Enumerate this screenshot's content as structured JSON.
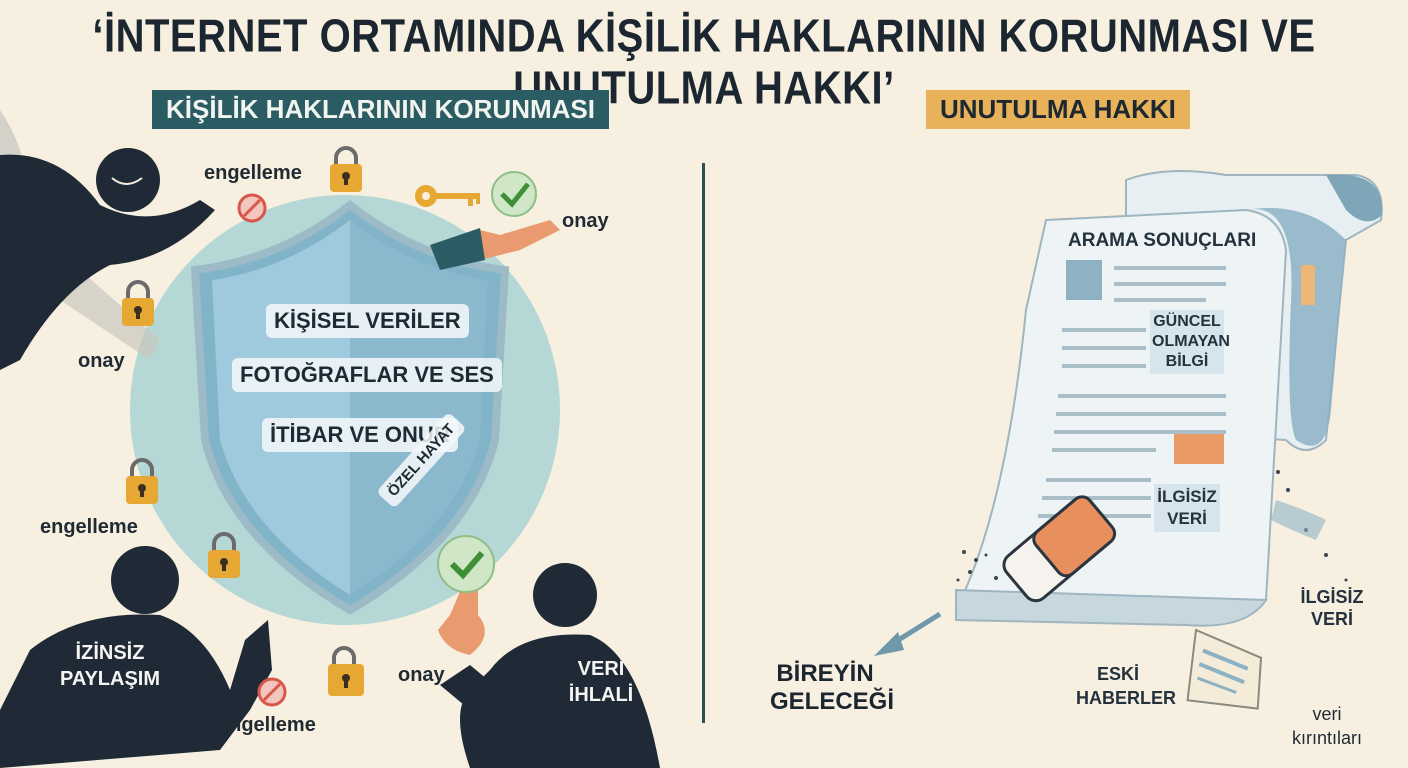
{
  "title": "‘İNTERNET ORTAMINDA KİŞİLİK HAKLARININ KORUNMASI VE UNUTULMA HAKKI’",
  "left_section": {
    "heading": "KİŞİLİK HAKLARININ KORUNMASI",
    "shield_items": [
      "KİŞİSEL VERİLER",
      "FOTOĞRAFLAR VE SES",
      "İTİBAR VE ONUR"
    ],
    "shield_side_label": "ÖZEL HAYAT",
    "labels": {
      "engelleme_top": "engelleme",
      "onay_top": "onay",
      "onay_left": "onay",
      "engelleme_left": "engelleme",
      "onay_bottom": "onay",
      "engelleme_bottom": "engelleme"
    },
    "figures": {
      "izinsiz": "İZİNSİZ PAYLAŞIM",
      "veri_ihlali": "VERİ İHLALİ"
    }
  },
  "right_section": {
    "heading": "UNUTULMA HAKKI",
    "paper_title": "ARAMA SONUÇLARI",
    "paper_labels": [
      "GÜNCEL OLMAYAN BİLGİ",
      "İLGİSİZ VERİ"
    ],
    "side_labels": {
      "ilgisiz_veri": "İLGİSİZ VERİ",
      "eski_haberler": "ESKİ HABERLER",
      "veri_kirintilari": "veri kırıntıları"
    },
    "arrow_label": "BİREYİN GELECEĞİ"
  },
  "colors": {
    "background": "#f7f0e0",
    "teal": "#2c5c63",
    "amber": "#e8b25a",
    "lock": "#e6a832",
    "check": "#4a9b3f",
    "stop": "#d9564b",
    "silhouette": "#1f2a36"
  }
}
